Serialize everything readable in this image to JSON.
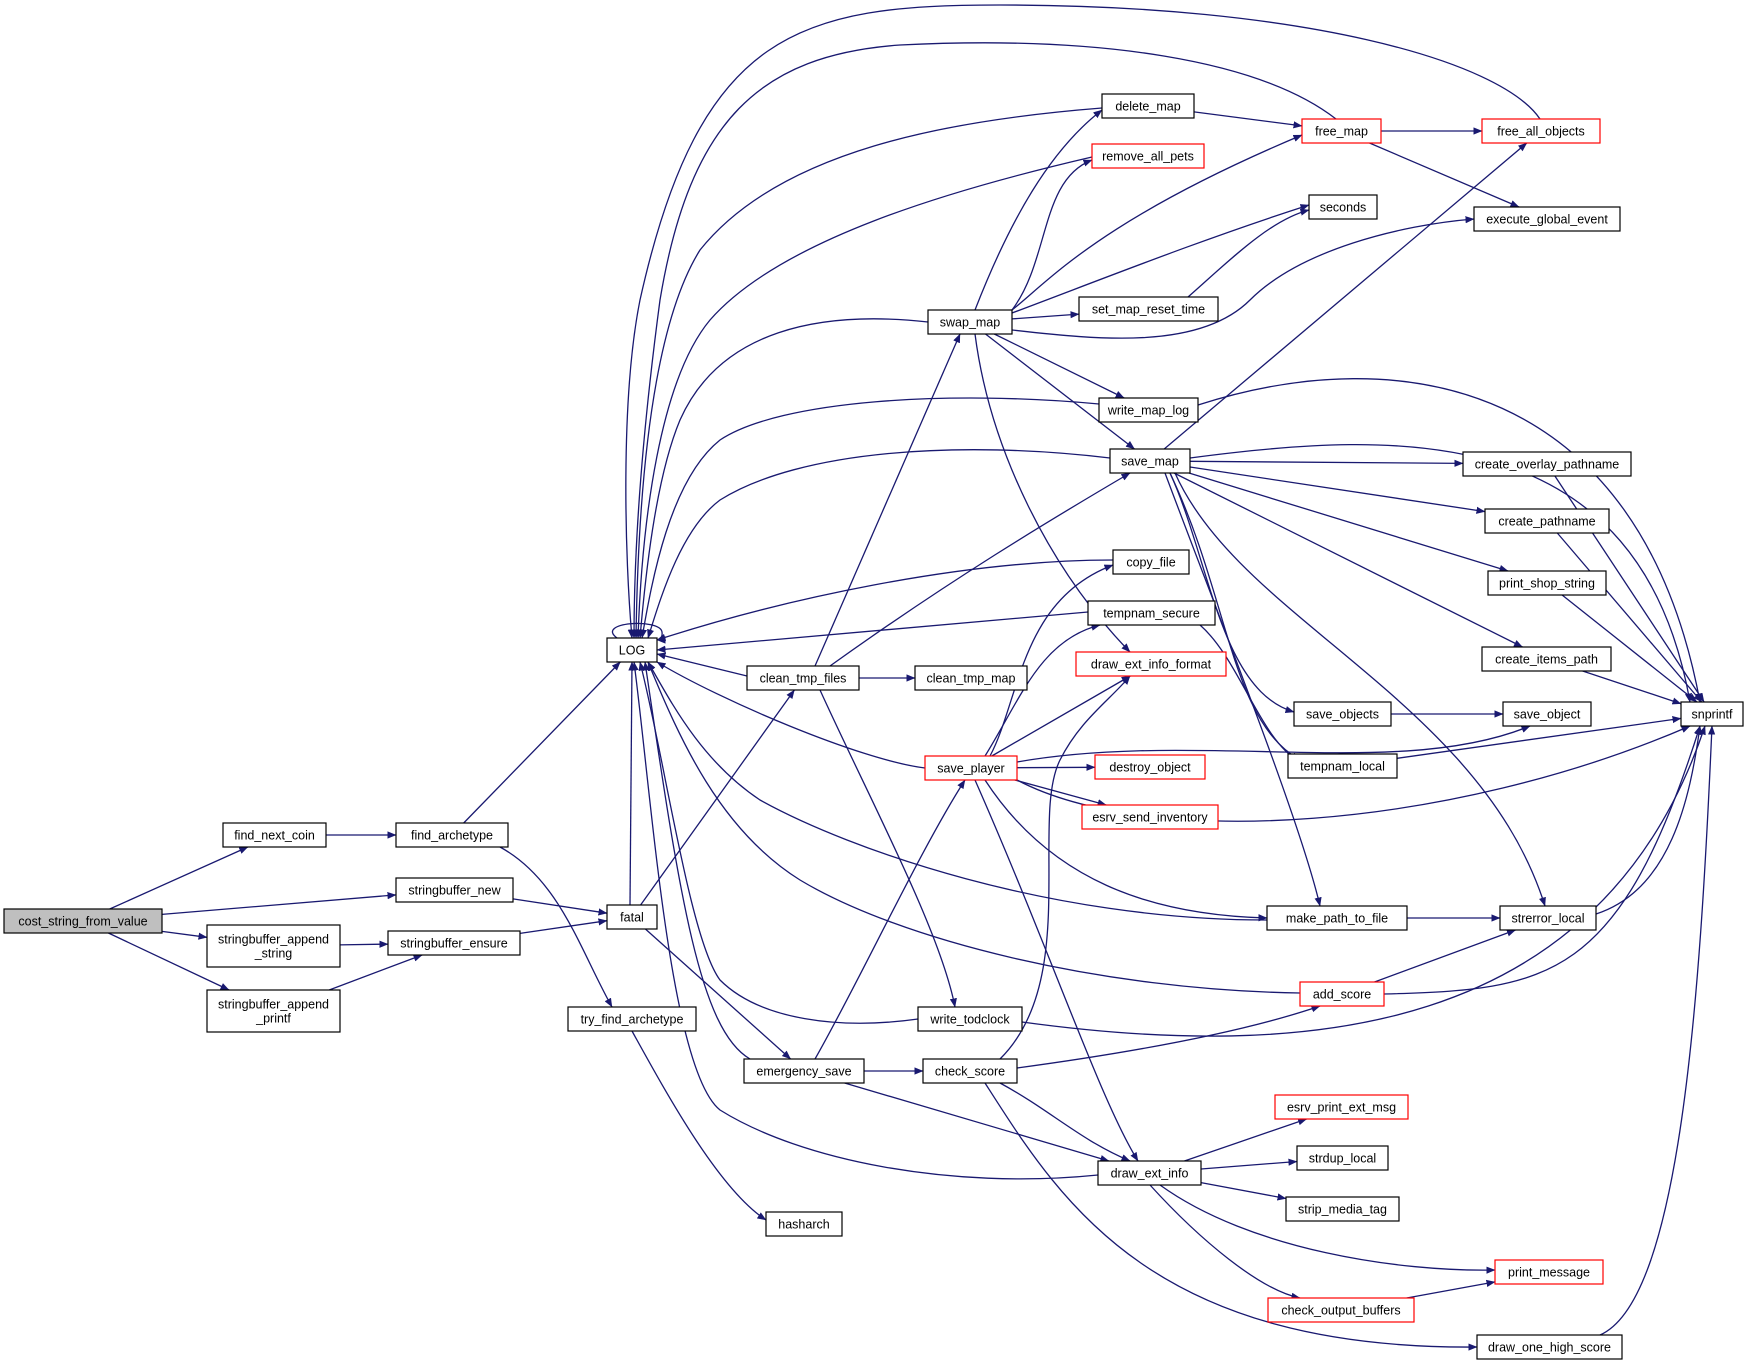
{
  "diagram": {
    "type": "call-graph",
    "nodes": [
      {
        "id": "cost_string_from_value",
        "lines": [
          "cost_string_from_value"
        ],
        "style": "root"
      },
      {
        "id": "find_next_coin",
        "lines": [
          "find_next_coin"
        ],
        "style": "black"
      },
      {
        "id": "stringbuffer_new",
        "lines": [
          "stringbuffer_new"
        ],
        "style": "black"
      },
      {
        "id": "stringbuffer_append_string",
        "lines": [
          "stringbuffer_append",
          "_string"
        ],
        "style": "black"
      },
      {
        "id": "stringbuffer_append_printf",
        "lines": [
          "stringbuffer_append",
          "_printf"
        ],
        "style": "black"
      },
      {
        "id": "find_archetype",
        "lines": [
          "find_archetype"
        ],
        "style": "black"
      },
      {
        "id": "stringbuffer_ensure",
        "lines": [
          "stringbuffer_ensure"
        ],
        "style": "black"
      },
      {
        "id": "fatal",
        "lines": [
          "fatal"
        ],
        "style": "black"
      },
      {
        "id": "try_find_archetype",
        "lines": [
          "try_find_archetype"
        ],
        "style": "black"
      },
      {
        "id": "hasharch",
        "lines": [
          "hasharch"
        ],
        "style": "black"
      },
      {
        "id": "LOG",
        "lines": [
          "LOG"
        ],
        "style": "black"
      },
      {
        "id": "clean_tmp_files",
        "lines": [
          "clean_tmp_files"
        ],
        "style": "black"
      },
      {
        "id": "emergency_save",
        "lines": [
          "emergency_save"
        ],
        "style": "black"
      },
      {
        "id": "clean_tmp_map",
        "lines": [
          "clean_tmp_map"
        ],
        "style": "black"
      },
      {
        "id": "swap_map",
        "lines": [
          "swap_map"
        ],
        "style": "black"
      },
      {
        "id": "save_player",
        "lines": [
          "save_player"
        ],
        "style": "red"
      },
      {
        "id": "write_todclock",
        "lines": [
          "write_todclock"
        ],
        "style": "black"
      },
      {
        "id": "check_score",
        "lines": [
          "check_score"
        ],
        "style": "black"
      },
      {
        "id": "delete_map",
        "lines": [
          "delete_map"
        ],
        "style": "black"
      },
      {
        "id": "remove_all_pets",
        "lines": [
          "remove_all_pets"
        ],
        "style": "red"
      },
      {
        "id": "set_map_reset_time",
        "lines": [
          "set_map_reset_time"
        ],
        "style": "black"
      },
      {
        "id": "write_map_log",
        "lines": [
          "write_map_log"
        ],
        "style": "black"
      },
      {
        "id": "save_map",
        "lines": [
          "save_map"
        ],
        "style": "black"
      },
      {
        "id": "copy_file",
        "lines": [
          "copy_file"
        ],
        "style": "black"
      },
      {
        "id": "tempnam_secure",
        "lines": [
          "tempnam_secure"
        ],
        "style": "black"
      },
      {
        "id": "draw_ext_info_format",
        "lines": [
          "draw_ext_info_format"
        ],
        "style": "red"
      },
      {
        "id": "destroy_object",
        "lines": [
          "destroy_object"
        ],
        "style": "red"
      },
      {
        "id": "esrv_send_inventory",
        "lines": [
          "esrv_send_inventory"
        ],
        "style": "red"
      },
      {
        "id": "draw_ext_info",
        "lines": [
          "draw_ext_info"
        ],
        "style": "black"
      },
      {
        "id": "free_map",
        "lines": [
          "free_map"
        ],
        "style": "red"
      },
      {
        "id": "seconds",
        "lines": [
          "seconds"
        ],
        "style": "black"
      },
      {
        "id": "save_objects",
        "lines": [
          "save_objects"
        ],
        "style": "black"
      },
      {
        "id": "tempnam_local",
        "lines": [
          "tempnam_local"
        ],
        "style": "black"
      },
      {
        "id": "make_path_to_file",
        "lines": [
          "make_path_to_file"
        ],
        "style": "black"
      },
      {
        "id": "add_score",
        "lines": [
          "add_score"
        ],
        "style": "red"
      },
      {
        "id": "esrv_print_ext_msg",
        "lines": [
          "esrv_print_ext_msg"
        ],
        "style": "red"
      },
      {
        "id": "strdup_local",
        "lines": [
          "strdup_local"
        ],
        "style": "black"
      },
      {
        "id": "strip_media_tag",
        "lines": [
          "strip_media_tag"
        ],
        "style": "black"
      },
      {
        "id": "check_output_buffers",
        "lines": [
          "check_output_buffers"
        ],
        "style": "red"
      },
      {
        "id": "free_all_objects",
        "lines": [
          "free_all_objects"
        ],
        "style": "red"
      },
      {
        "id": "execute_global_event",
        "lines": [
          "execute_global_event"
        ],
        "style": "black"
      },
      {
        "id": "create_overlay_pathname",
        "lines": [
          "create_overlay_pathname"
        ],
        "style": "black"
      },
      {
        "id": "create_pathname",
        "lines": [
          "create_pathname"
        ],
        "style": "black"
      },
      {
        "id": "print_shop_string",
        "lines": [
          "print_shop_string"
        ],
        "style": "black"
      },
      {
        "id": "create_items_path",
        "lines": [
          "create_items_path"
        ],
        "style": "black"
      },
      {
        "id": "save_object",
        "lines": [
          "save_object"
        ],
        "style": "black"
      },
      {
        "id": "strerror_local",
        "lines": [
          "strerror_local"
        ],
        "style": "black"
      },
      {
        "id": "print_message",
        "lines": [
          "print_message"
        ],
        "style": "red"
      },
      {
        "id": "draw_one_high_score",
        "lines": [
          "draw_one_high_score"
        ],
        "style": "black"
      },
      {
        "id": "snprintf",
        "lines": [
          "snprintf"
        ],
        "style": "black"
      }
    ],
    "edges": [
      [
        "cost_string_from_value",
        "find_next_coin"
      ],
      [
        "cost_string_from_value",
        "stringbuffer_new"
      ],
      [
        "cost_string_from_value",
        "stringbuffer_append_string"
      ],
      [
        "cost_string_from_value",
        "stringbuffer_append_printf"
      ],
      [
        "find_next_coin",
        "find_archetype"
      ],
      [
        "find_archetype",
        "LOG"
      ],
      [
        "find_archetype",
        "try_find_archetype"
      ],
      [
        "try_find_archetype",
        "hasharch"
      ],
      [
        "stringbuffer_new",
        "fatal"
      ],
      [
        "stringbuffer_append_string",
        "stringbuffer_ensure"
      ],
      [
        "stringbuffer_append_printf",
        "stringbuffer_ensure"
      ],
      [
        "stringbuffer_ensure",
        "fatal"
      ],
      [
        "fatal",
        "LOG"
      ],
      [
        "fatal",
        "clean_tmp_files"
      ],
      [
        "fatal",
        "emergency_save"
      ],
      [
        "LOG",
        "LOG"
      ],
      [
        "clean_tmp_files",
        "LOG"
      ],
      [
        "clean_tmp_files",
        "clean_tmp_map"
      ],
      [
        "clean_tmp_files",
        "swap_map"
      ],
      [
        "clean_tmp_files",
        "save_map"
      ],
      [
        "clean_tmp_files",
        "write_todclock"
      ],
      [
        "emergency_save",
        "LOG"
      ],
      [
        "emergency_save",
        "save_player"
      ],
      [
        "emergency_save",
        "check_score"
      ],
      [
        "emergency_save",
        "draw_ext_info"
      ],
      [
        "swap_map",
        "LOG"
      ],
      [
        "swap_map",
        "delete_map"
      ],
      [
        "swap_map",
        "remove_all_pets"
      ],
      [
        "swap_map",
        "free_map"
      ],
      [
        "swap_map",
        "seconds"
      ],
      [
        "swap_map",
        "set_map_reset_time"
      ],
      [
        "swap_map",
        "execute_global_event"
      ],
      [
        "swap_map",
        "write_map_log"
      ],
      [
        "swap_map",
        "save_map"
      ],
      [
        "swap_map",
        "draw_ext_info_format"
      ],
      [
        "delete_map",
        "LOG"
      ],
      [
        "delete_map",
        "free_map"
      ],
      [
        "remove_all_pets",
        "LOG"
      ],
      [
        "free_map",
        "LOG"
      ],
      [
        "free_map",
        "free_all_objects"
      ],
      [
        "free_map",
        "execute_global_event"
      ],
      [
        "free_all_objects",
        "LOG"
      ],
      [
        "set_map_reset_time",
        "seconds"
      ],
      [
        "write_map_log",
        "LOG"
      ],
      [
        "write_map_log",
        "snprintf"
      ],
      [
        "save_map",
        "LOG"
      ],
      [
        "save_map",
        "free_all_objects"
      ],
      [
        "save_map",
        "snprintf"
      ],
      [
        "save_map",
        "create_overlay_pathname"
      ],
      [
        "save_map",
        "create_pathname"
      ],
      [
        "save_map",
        "print_shop_string"
      ],
      [
        "save_map",
        "create_items_path"
      ],
      [
        "save_map",
        "save_objects"
      ],
      [
        "save_map",
        "tempnam_local"
      ],
      [
        "save_map",
        "make_path_to_file"
      ],
      [
        "save_map",
        "strerror_local"
      ],
      [
        "create_overlay_pathname",
        "snprintf"
      ],
      [
        "create_pathname",
        "snprintf"
      ],
      [
        "print_shop_string",
        "snprintf"
      ],
      [
        "create_items_path",
        "snprintf"
      ],
      [
        "save_objects",
        "save_object"
      ],
      [
        "tempnam_local",
        "snprintf"
      ],
      [
        "tempnam_secure",
        "LOG"
      ],
      [
        "tempnam_secure",
        "tempnam_local"
      ],
      [
        "copy_file",
        "LOG"
      ],
      [
        "save_player",
        "LOG"
      ],
      [
        "save_player",
        "copy_file"
      ],
      [
        "save_player",
        "tempnam_secure"
      ],
      [
        "save_player",
        "draw_ext_info_format"
      ],
      [
        "save_player",
        "destroy_object"
      ],
      [
        "save_player",
        "esrv_send_inventory"
      ],
      [
        "save_player",
        "snprintf"
      ],
      [
        "save_player",
        "make_path_to_file"
      ],
      [
        "save_player",
        "save_object"
      ],
      [
        "save_player",
        "draw_ext_info"
      ],
      [
        "make_path_to_file",
        "LOG"
      ],
      [
        "make_path_to_file",
        "strerror_local"
      ],
      [
        "strerror_local",
        "snprintf"
      ],
      [
        "write_todclock",
        "LOG"
      ],
      [
        "write_todclock",
        "snprintf"
      ],
      [
        "check_score",
        "draw_ext_info_format"
      ],
      [
        "check_score",
        "add_score"
      ],
      [
        "check_score",
        "draw_ext_info"
      ],
      [
        "check_score",
        "draw_one_high_score"
      ],
      [
        "add_score",
        "LOG"
      ],
      [
        "add_score",
        "strerror_local"
      ],
      [
        "add_score",
        "snprintf"
      ],
      [
        "draw_ext_info",
        "LOG"
      ],
      [
        "draw_ext_info",
        "esrv_print_ext_msg"
      ],
      [
        "draw_ext_info",
        "strdup_local"
      ],
      [
        "draw_ext_info",
        "strip_media_tag"
      ],
      [
        "draw_ext_info",
        "print_message"
      ],
      [
        "draw_ext_info",
        "check_output_buffers"
      ],
      [
        "check_output_buffers",
        "print_message"
      ],
      [
        "draw_one_high_score",
        "snprintf"
      ]
    ]
  },
  "colors": {
    "edge": "#191970",
    "root_fill": "#bfbfbf",
    "red_border": "#ff0000",
    "box_border": "#000000",
    "background": "#ffffff"
  }
}
